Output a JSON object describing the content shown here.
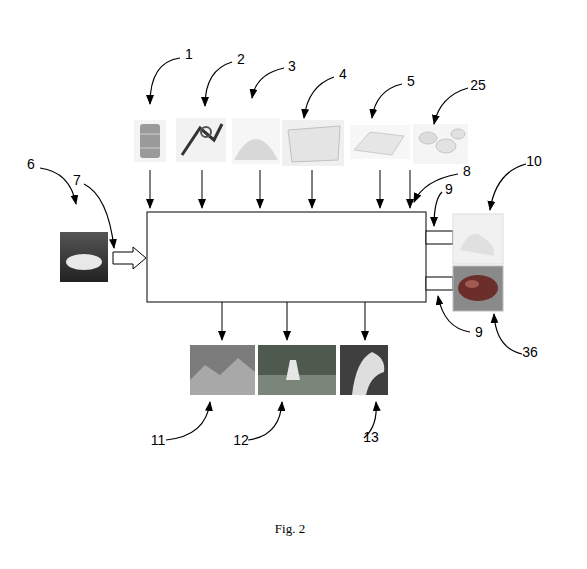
{
  "diagram": {
    "caption": "Fig. 2",
    "labels": [
      "1",
      "2",
      "3",
      "4",
      "5",
      "25",
      "6",
      "7",
      "8",
      "9",
      "10",
      "9",
      "36",
      "11",
      "12",
      "13"
    ]
  }
}
